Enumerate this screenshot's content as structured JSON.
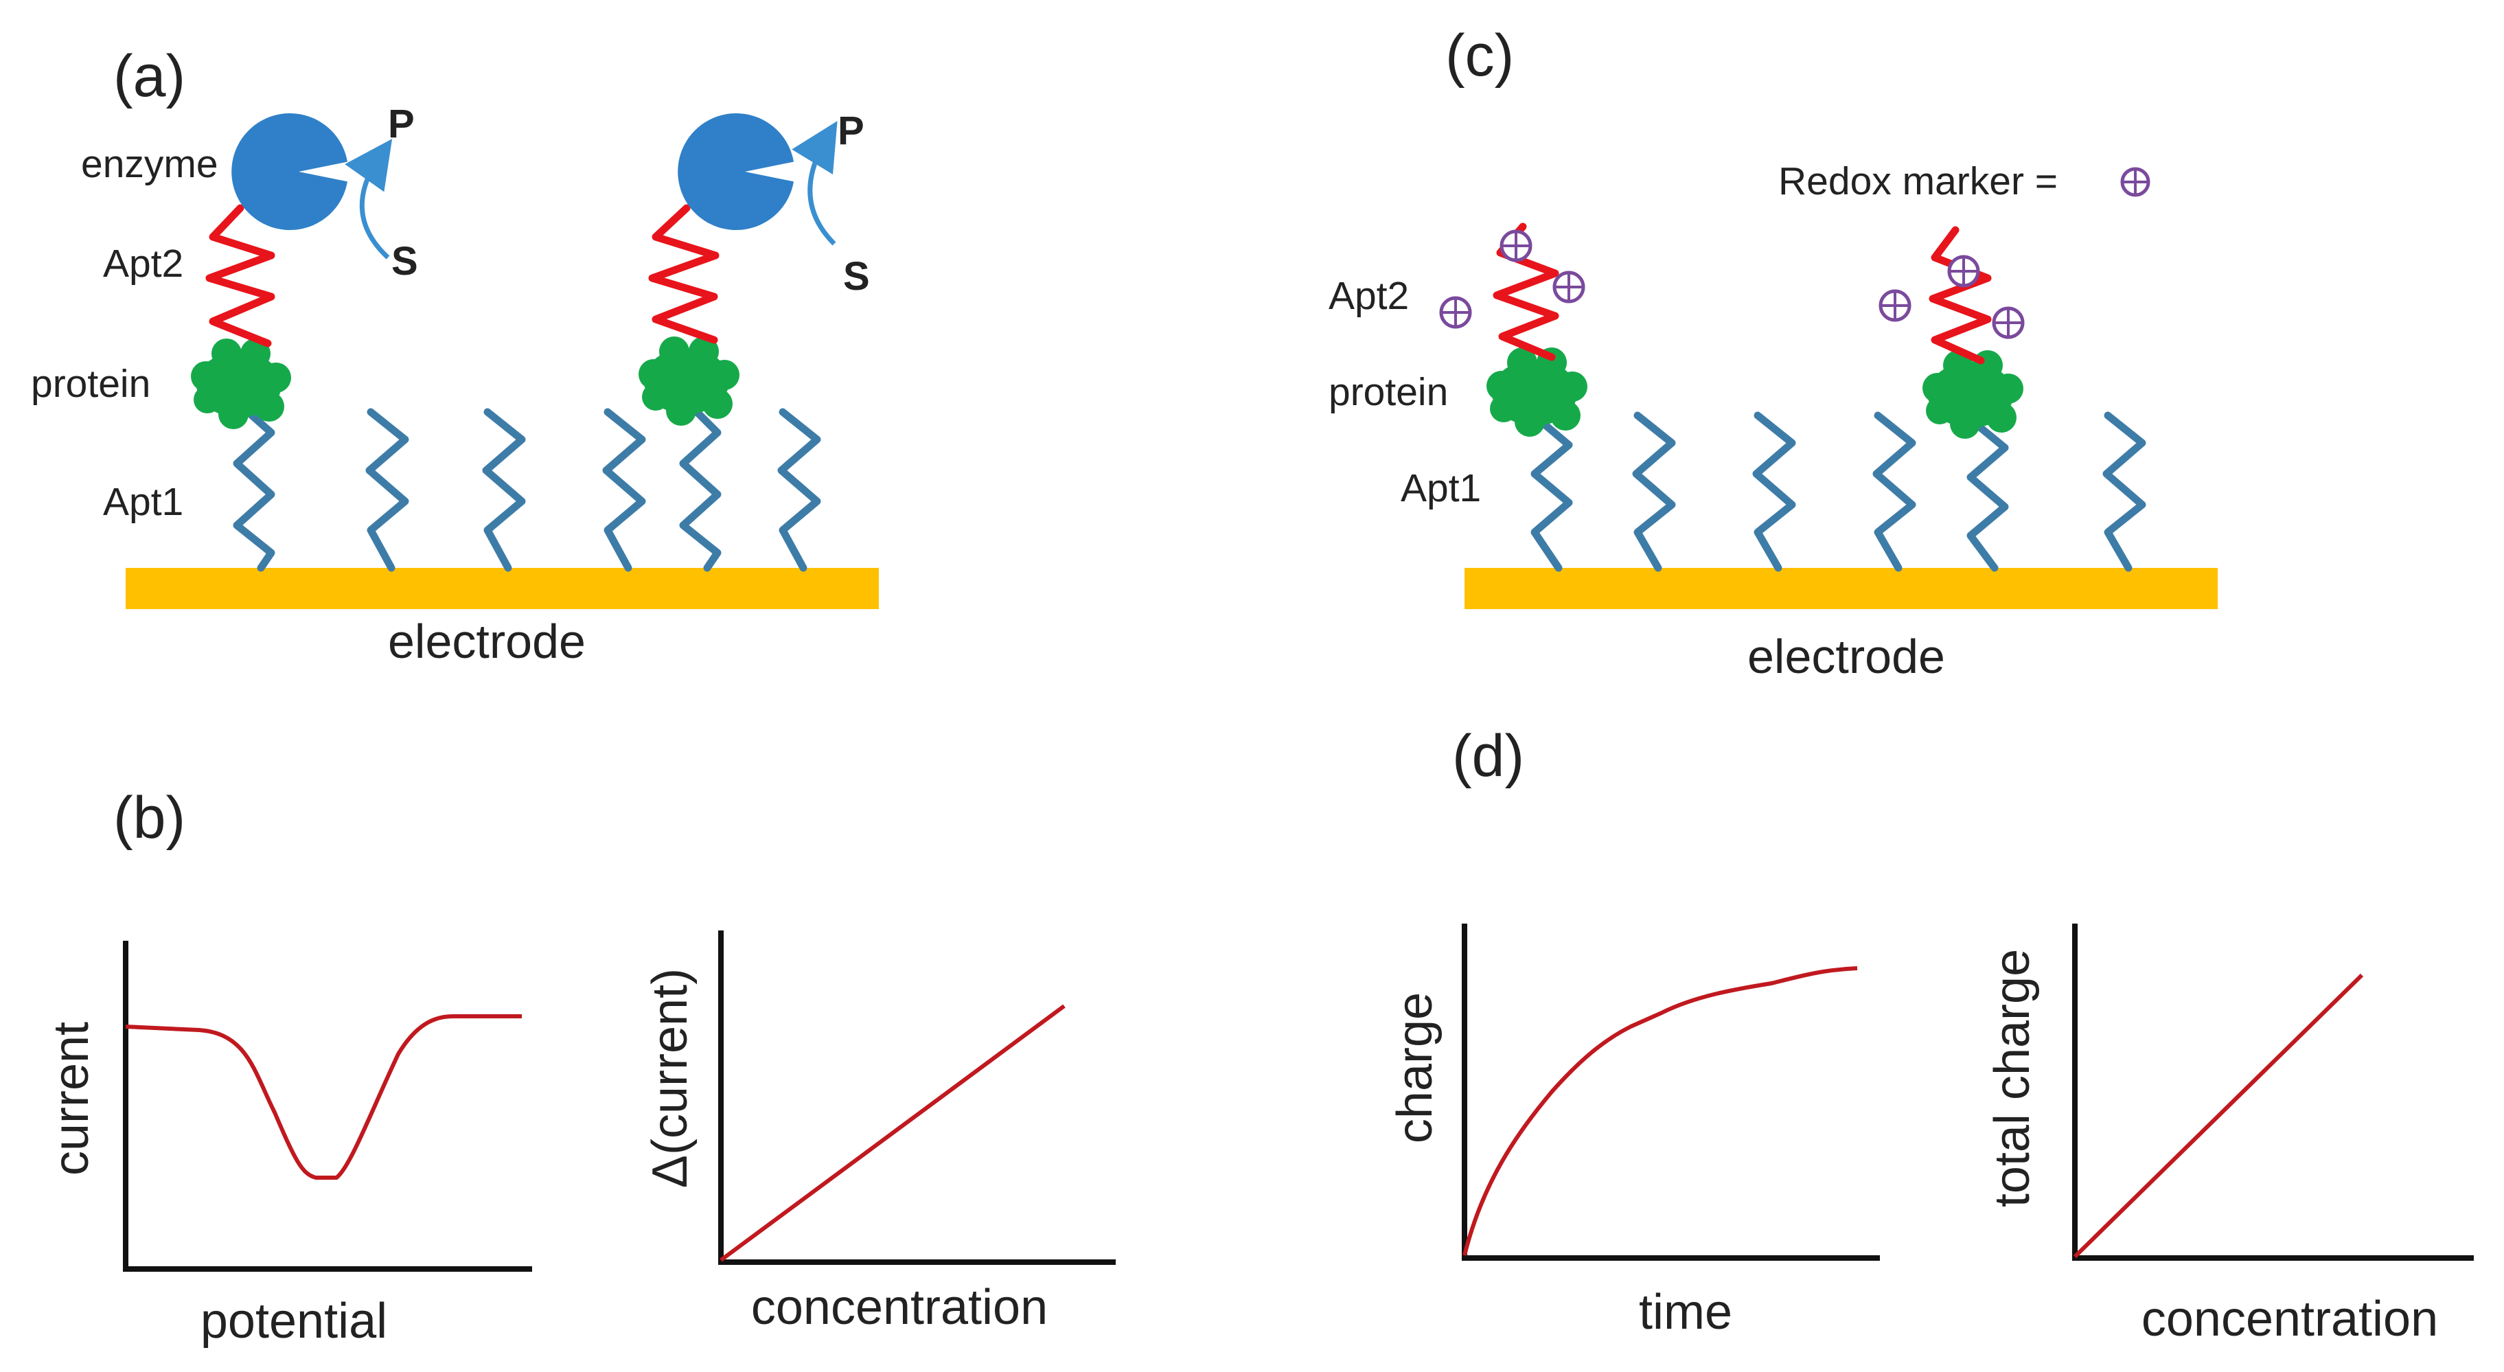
{
  "panels": {
    "a": {
      "tag": "(a)",
      "enzyme_label": "enzyme",
      "apt2_label": "Apt2",
      "protein_label": "protein",
      "apt1_label": "Apt1",
      "electrode_label": "electrode",
      "product_label": "P",
      "substrate_label": "S"
    },
    "b": {
      "tag": "(b)",
      "plot1_ylabel": "current",
      "plot1_xlabel": "potential",
      "plot2_ylabel": "Δ(current)",
      "plot2_xlabel": "concentration"
    },
    "c": {
      "tag": "(c)",
      "legend_text": "Redox marker =",
      "apt2_label": "Apt2",
      "protein_label": "protein",
      "apt1_label": "Apt1",
      "electrode_label": "electrode"
    },
    "d": {
      "tag": "(d)",
      "plot1_ylabel": "charge",
      "plot1_xlabel": "time",
      "plot2_ylabel": "total charge",
      "plot2_xlabel": "concentration"
    }
  },
  "colors": {
    "electrode": "#FFC000",
    "aptamer1": "#3E7CA8",
    "aptamer2": "#E8141B",
    "protein": "#16A94A",
    "enzyme": "#2F80C8",
    "redox_marker": "#7A4A9C",
    "curve": "#C0191F",
    "axis": "#111111"
  },
  "icons": {
    "enzyme": "pacman-enzyme-icon",
    "redox_marker": "circled-plus-icon",
    "protein": "green-blob-icon"
  }
}
